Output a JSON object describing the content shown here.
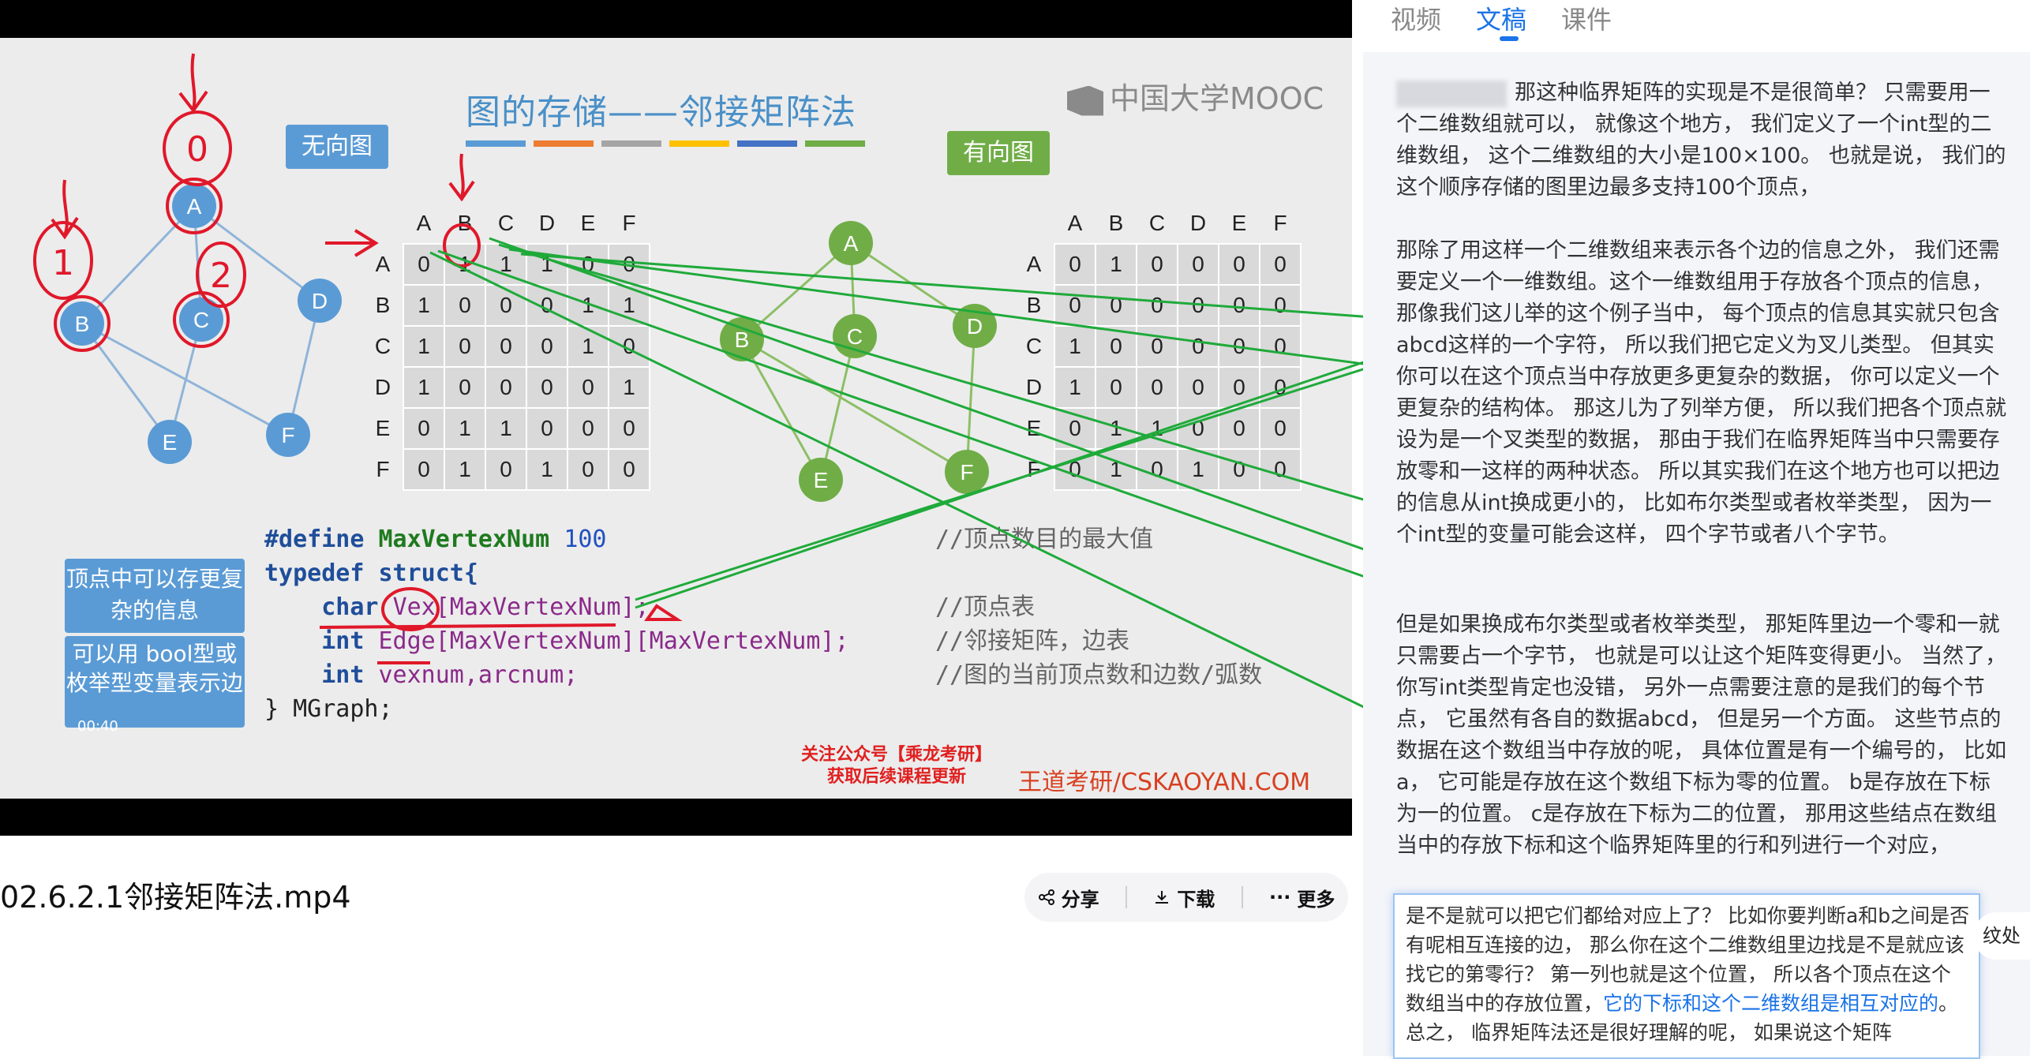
{
  "slide": {
    "title": "图的存储——邻接矩阵法",
    "logo": "中国大学MOOC",
    "undirected_label": "无向图",
    "directed_label": "有向图",
    "callout1": "顶点中可以存更复杂的信息",
    "callout2": "可以用 bool型或枚举型变量表示边",
    "promo_line1": "关注公众号【乘龙考研】",
    "promo_line2": "获取后续课程更新",
    "site": "王道考研/CSKAOYAN.COM",
    "timestamp": "00:40",
    "title_bar_colors": [
      "#5b9bd5",
      "#ed7d31",
      "#a5a5a5",
      "#ffc000",
      "#4472c4",
      "#70ad47"
    ]
  },
  "graphs": {
    "undirected_nodes": [
      "A",
      "B",
      "C",
      "D",
      "E",
      "F"
    ],
    "directed_nodes": [
      "A",
      "B",
      "C",
      "D",
      "E",
      "F"
    ],
    "handwritten": [
      "0",
      "1",
      "2"
    ]
  },
  "matrices": {
    "headers": [
      "A",
      "B",
      "C",
      "D",
      "E",
      "F"
    ],
    "undirected": [
      [
        0,
        1,
        1,
        1,
        0,
        0
      ],
      [
        1,
        0,
        0,
        0,
        1,
        1
      ],
      [
        1,
        0,
        0,
        0,
        1,
        0
      ],
      [
        1,
        0,
        0,
        0,
        0,
        1
      ],
      [
        0,
        1,
        1,
        0,
        0,
        0
      ],
      [
        0,
        1,
        0,
        1,
        0,
        0
      ]
    ],
    "directed": [
      [
        0,
        1,
        0,
        0,
        0,
        0
      ],
      [
        0,
        0,
        0,
        0,
        0,
        0
      ],
      [
        1,
        0,
        0,
        0,
        0,
        0
      ],
      [
        1,
        0,
        0,
        0,
        0,
        0
      ],
      [
        0,
        1,
        1,
        0,
        0,
        0
      ],
      [
        0,
        1,
        0,
        1,
        0,
        0
      ]
    ]
  },
  "code": {
    "line1_kw": "#define",
    "line1_name": "MaxVertexNum",
    "line1_num": "100",
    "line2_kw": "typedef",
    "line2_rest": "struct{",
    "line3_type": "char",
    "line3_rest": "Vex[MaxVertexNum];",
    "line4_type": "int",
    "line4_rest": "Edge[MaxVertexNum][MaxVertexNum];",
    "line5_type": "int",
    "line5_rest": "vexnum,arcnum;",
    "line6": "} MGraph;",
    "comment1": "//顶点数目的最大值",
    "comment3": "//顶点表",
    "comment4": "//邻接矩阵，边表",
    "comment5": "//图的当前顶点数和边数/弧数"
  },
  "video_title": "02.6.2.1邻接矩阵法.mp4",
  "actions": {
    "share": "分享",
    "download": "下载",
    "more": "更多"
  },
  "tabs": [
    "视频",
    "文稿",
    "课件"
  ],
  "active_tab": "文稿",
  "transcript": {
    "p1": "那这种临界矩阵的实现是不是很简单？ 只需要用一个二维数组就可以， 就像这个地方， 我们定义了一个int型的二维数组， 这个二维数组的大小是100×100。 也就是说， 我们的这个顺序存储的图里边最多支持100个顶点，",
    "p2": "那除了用这样一个二维数组来表示各个边的信息之外， 我们还需要定义一个一维数组。这个一维数组用于存放各个顶点的信息， 那像我们这儿举的这个例子当中， 每个顶点的信息其实就只包含abcd这样的一个字符， 所以我们把它定义为叉儿类型。 但其实你可以在这个顶点当中存放更多更复杂的数据， 你可以定义一个更复杂的结构体。 那这儿为了列举方便， 所以我们把各个顶点就设为是一个叉类型的数据， 那由于我们在临界矩阵当中只需要存放零和一这样的两种状态。 所以其实我们在这个地方也可以把边的信息从int换成更小的， 比如布尔类型或者枚举类型， 因为一个int型的变量可能会这样， 四个字节或者八个字节。",
    "p3": "但是如果换成布尔类型或者枚举类型， 那矩阵里边一个零和一就只需要占一个字节， 也就是可以让这个矩阵变得更小。 当然了， 你写int类型肯定也没错， 另外一点需要注意的是我们的每个节点， 它虽然有各自的数据abcd， 但是另一个方面。 这些节点的数据在这个数组当中存放的呢， 具体位置是有一个编号的， 比如a， 它可能是存放在这个数组下标为零的位置。 b是存放在下标为一的位置。 c是存放在下标为二的位置， 那用这些结点在数组当中的存放下标和这个临界矩阵里的行和列进行一个对应，",
    "current_pre": "是不是就可以把它们都给对应上了？ 比如你要判断a和b之间是否有呢相互连接的边， 那么你在这个二维数组里边找是不是就应该找它的第零行？ 第一列也就是这个位置， 所以各个顶点在这个数组当中的存放位置，",
    "current_hl": "它的下标和这个二维数组是相互对应的",
    "current_post": "。 总之， 临界矩阵法还是很好理解的呢， 如果说这个矩阵",
    "side_button": "纹处"
  }
}
